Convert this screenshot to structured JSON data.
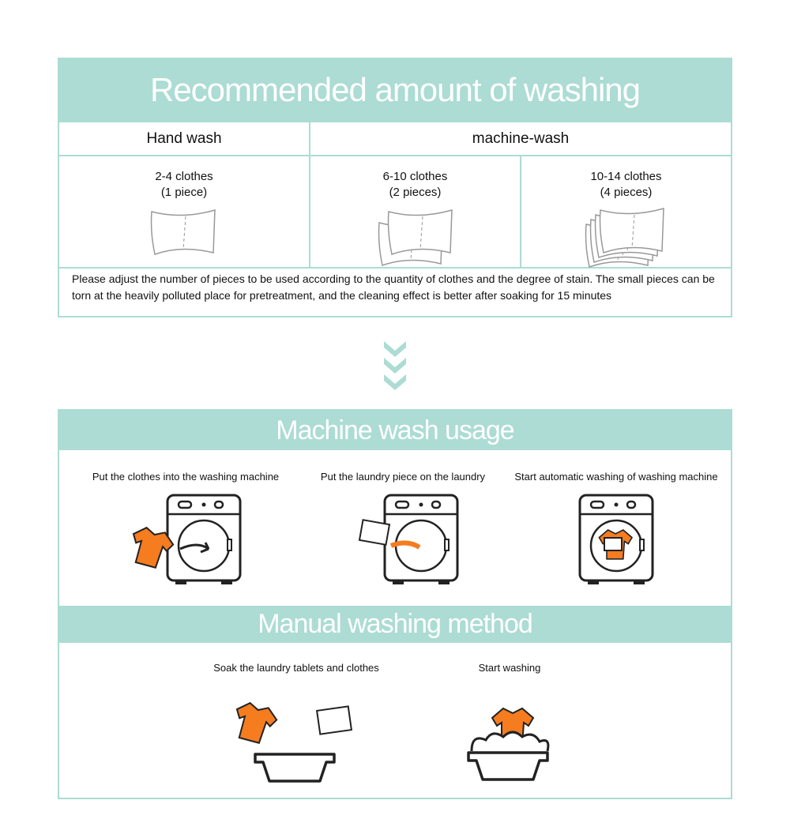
{
  "recommended": {
    "title": "Recommended amount of washing",
    "hand_wash": "Hand wash",
    "machine_wash": "machine-wash",
    "amounts": [
      {
        "clothes": "2-4 clothes",
        "pieces": "(1 piece)"
      },
      {
        "clothes": "6-10 clothes",
        "pieces": "(2 pieces)"
      },
      {
        "clothes": "10-14 clothes",
        "pieces": "(4 pieces)"
      }
    ],
    "note": "Please adjust the number of pieces to be used according to the quantity of clothes and the degree of stain. The small pieces can be torn at the heavily polluted place for pretreatment, and the cleaning effect is better after soaking for 15 minutes"
  },
  "machine": {
    "title": "Machine wash usage",
    "steps": [
      "Put the clothes into the washing machine",
      "Put the laundry piece on the laundry",
      "Start automatic washing of washing machine"
    ]
  },
  "manual": {
    "title": "Manual washing method",
    "steps": [
      "Soak the laundry tablets and clothes",
      "Start washing"
    ]
  },
  "colors": {
    "teal": "#acdcd4",
    "orange": "#f57c1f"
  }
}
